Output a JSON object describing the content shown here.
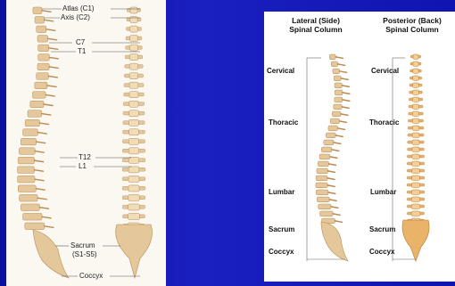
{
  "left": {
    "labels": {
      "atlas": "Atlas (C1)",
      "axis": "Axis (C2)",
      "c7": "C7",
      "t1": "T1",
      "t12": "T12",
      "l1": "L1",
      "sacrum": "Sacrum",
      "sacrum_range": "(S1-S5)",
      "coccyx": "Coccyx"
    }
  },
  "right": {
    "lateral_header_line1": "Lateral (Side)",
    "lateral_header_line2": "Spinal Column",
    "posterior_header_line1": "Posterior (Back)",
    "posterior_header_line2": "Spinal Column",
    "regions_lateral": [
      "Cervical",
      "Thoracic",
      "Lumbar",
      "Sacrum",
      "Coccyx"
    ],
    "regions_posterior": [
      "Cervical",
      "Thoracic",
      "Lumbar",
      "Sacrum",
      "Coccyx"
    ]
  },
  "colors": {
    "background": "#1014b0",
    "bone": "#e4c79a",
    "bone_shadow": "#b98b52",
    "bone_right": "#e9b36a"
  }
}
